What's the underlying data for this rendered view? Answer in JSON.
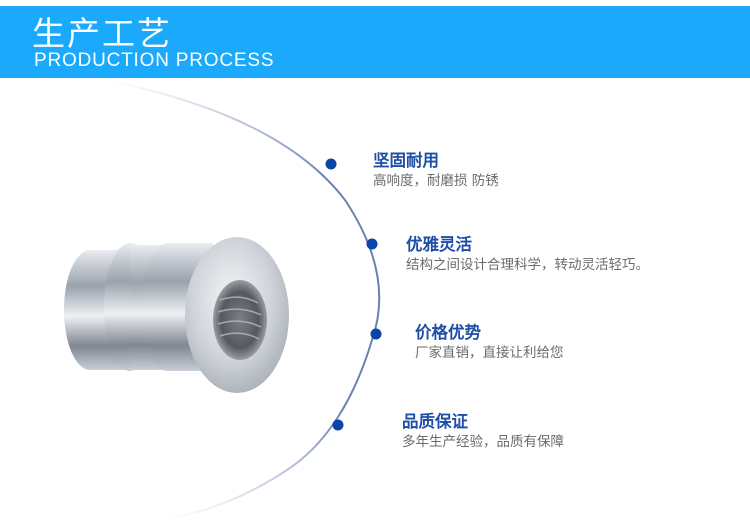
{
  "banner": {
    "title": "生产工艺",
    "subtitle": "PRODUCTION PROCESS",
    "background_color": "#1ba9fb"
  },
  "product_image": {
    "alt": "zinc-plated threaded insert nut"
  },
  "features": [
    {
      "title": "坚固耐用",
      "description": "高响度，耐磨损 防锈"
    },
    {
      "title": "优雅灵活",
      "description": "结构之间设计合理科学，转动灵活轻巧。"
    },
    {
      "title": "价格优势",
      "description": "厂家直销，直接让利给您"
    },
    {
      "title": "品质保证",
      "description": "多年生产经验，品质有保障"
    }
  ],
  "colors": {
    "accent": "#1f4ea7",
    "dot": "#0b45a8",
    "arc": "#5a74a8",
    "description_text": "#6b6b6b"
  }
}
